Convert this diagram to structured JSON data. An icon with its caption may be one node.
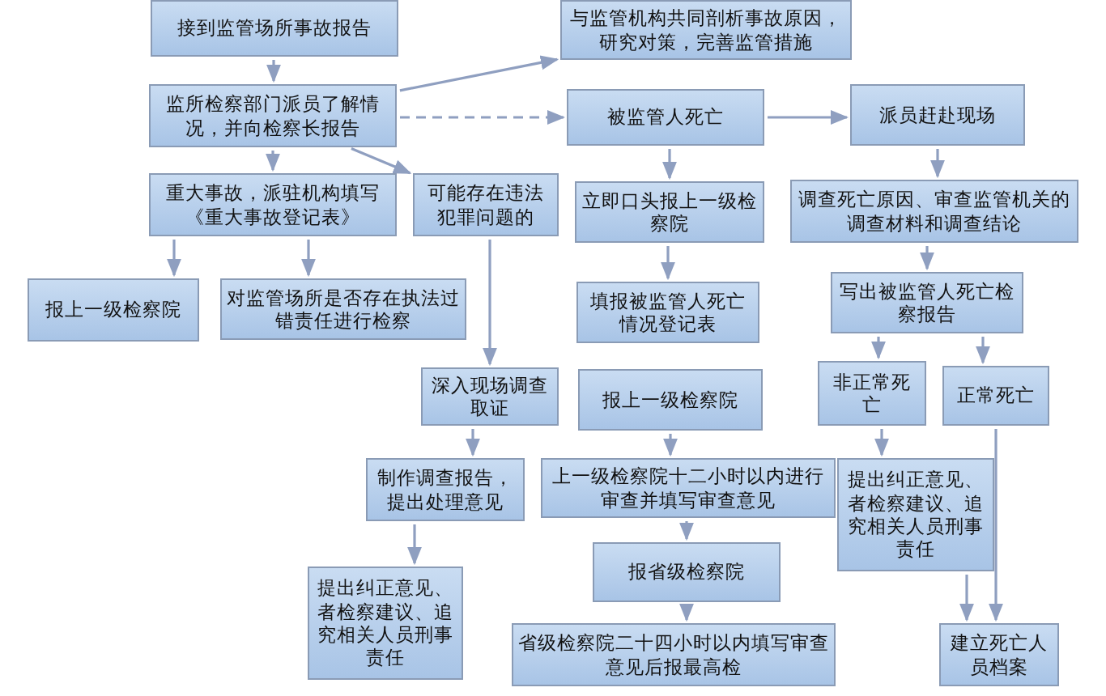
{
  "diagram": {
    "nodes": [
      {
        "text": [
          "接到监管场所事故报告"
        ]
      },
      {
        "text": [
          "与监管机构共同剖析事故原因，研究对策，完善监管措施"
        ]
      },
      {
        "text": [
          "监所检察部门派员了解情况，并向检察长报告"
        ]
      },
      {
        "text": [
          "被监管人死亡"
        ]
      },
      {
        "text": [
          "派员赶赴现场"
        ]
      },
      {
        "text": [
          "重大事故，派驻机构填写《重大事故登记表》"
        ]
      },
      {
        "text": [
          "可能存在违法犯罪问题的"
        ]
      },
      {
        "text": [
          "立即口头报上一级检察院"
        ]
      },
      {
        "text": [
          "调查死亡原因、审查监管机关的调查材料和调查结论"
        ]
      },
      {
        "text": [
          "报上一级检察院"
        ]
      },
      {
        "text": [
          "对监管场所是否存在执法过错责任进行检察"
        ]
      },
      {
        "text": [
          "填报被监管人死亡情况登记表"
        ]
      },
      {
        "text": [
          "写出被监管人死亡检察报告"
        ]
      },
      {
        "text": [
          "深入现场调查取证"
        ]
      },
      {
        "text": [
          "报上一级检察院"
        ]
      },
      {
        "text": [
          "非正常死亡"
        ]
      },
      {
        "text": [
          "正常死亡"
        ]
      },
      {
        "text": [
          "制作调查报告，提出处理意见"
        ]
      },
      {
        "text": [
          "上一级检察院十二小时以内进行审查并填写审查意见"
        ]
      },
      {
        "text": [
          "提出纠正意见、者检察建议、追究相关人员刑事责任"
        ]
      },
      {
        "text": [
          "提出纠正意见、者检察建议、追究相关人员刑事责任"
        ]
      },
      {
        "text": [
          "报省级检察院"
        ]
      },
      {
        "text": [
          "省级检察院二十四小时以内填写审查意见后报最高检"
        ]
      },
      {
        "text": [
          "建立死亡人员档案"
        ]
      }
    ],
    "edges": [
      {
        "from": 0,
        "to": 2,
        "arrow": "to"
      },
      {
        "from": 2,
        "to": 1,
        "arrow": "to"
      },
      {
        "from": 2,
        "to": 3,
        "arrow": "to",
        "style": "dashed"
      },
      {
        "from": 2,
        "to": 5,
        "arrow": "to"
      },
      {
        "from": 2,
        "to": 6,
        "arrow": "to"
      },
      {
        "from": 3,
        "to": 4,
        "arrow": "to"
      },
      {
        "from": 3,
        "to": 7,
        "arrow": "to"
      },
      {
        "from": 4,
        "to": 8,
        "arrow": "to"
      },
      {
        "from": 5,
        "to": 9,
        "arrow": "to"
      },
      {
        "from": 5,
        "to": 10,
        "arrow": "to"
      },
      {
        "from": 6,
        "to": 13,
        "arrow": "to"
      },
      {
        "from": 7,
        "to": 11,
        "arrow": "to"
      },
      {
        "from": 8,
        "to": 12,
        "arrow": "to"
      },
      {
        "from": 12,
        "to": 15,
        "arrow": "to"
      },
      {
        "from": 12,
        "to": 16,
        "arrow": "to"
      },
      {
        "from": 13,
        "to": 17,
        "arrow": "to"
      },
      {
        "from": 14,
        "to": 18,
        "arrow": "to"
      },
      {
        "from": 17,
        "to": 19,
        "arrow": "to"
      },
      {
        "from": 18,
        "to": 21,
        "arrow": "to"
      },
      {
        "from": 21,
        "to": 22,
        "arrow": "to"
      },
      {
        "from": 15,
        "to": 20,
        "arrow": "to"
      },
      {
        "from": 20,
        "to": 23,
        "arrow": "to"
      },
      {
        "from": 16,
        "to": 23,
        "arrow": "to"
      }
    ]
  }
}
